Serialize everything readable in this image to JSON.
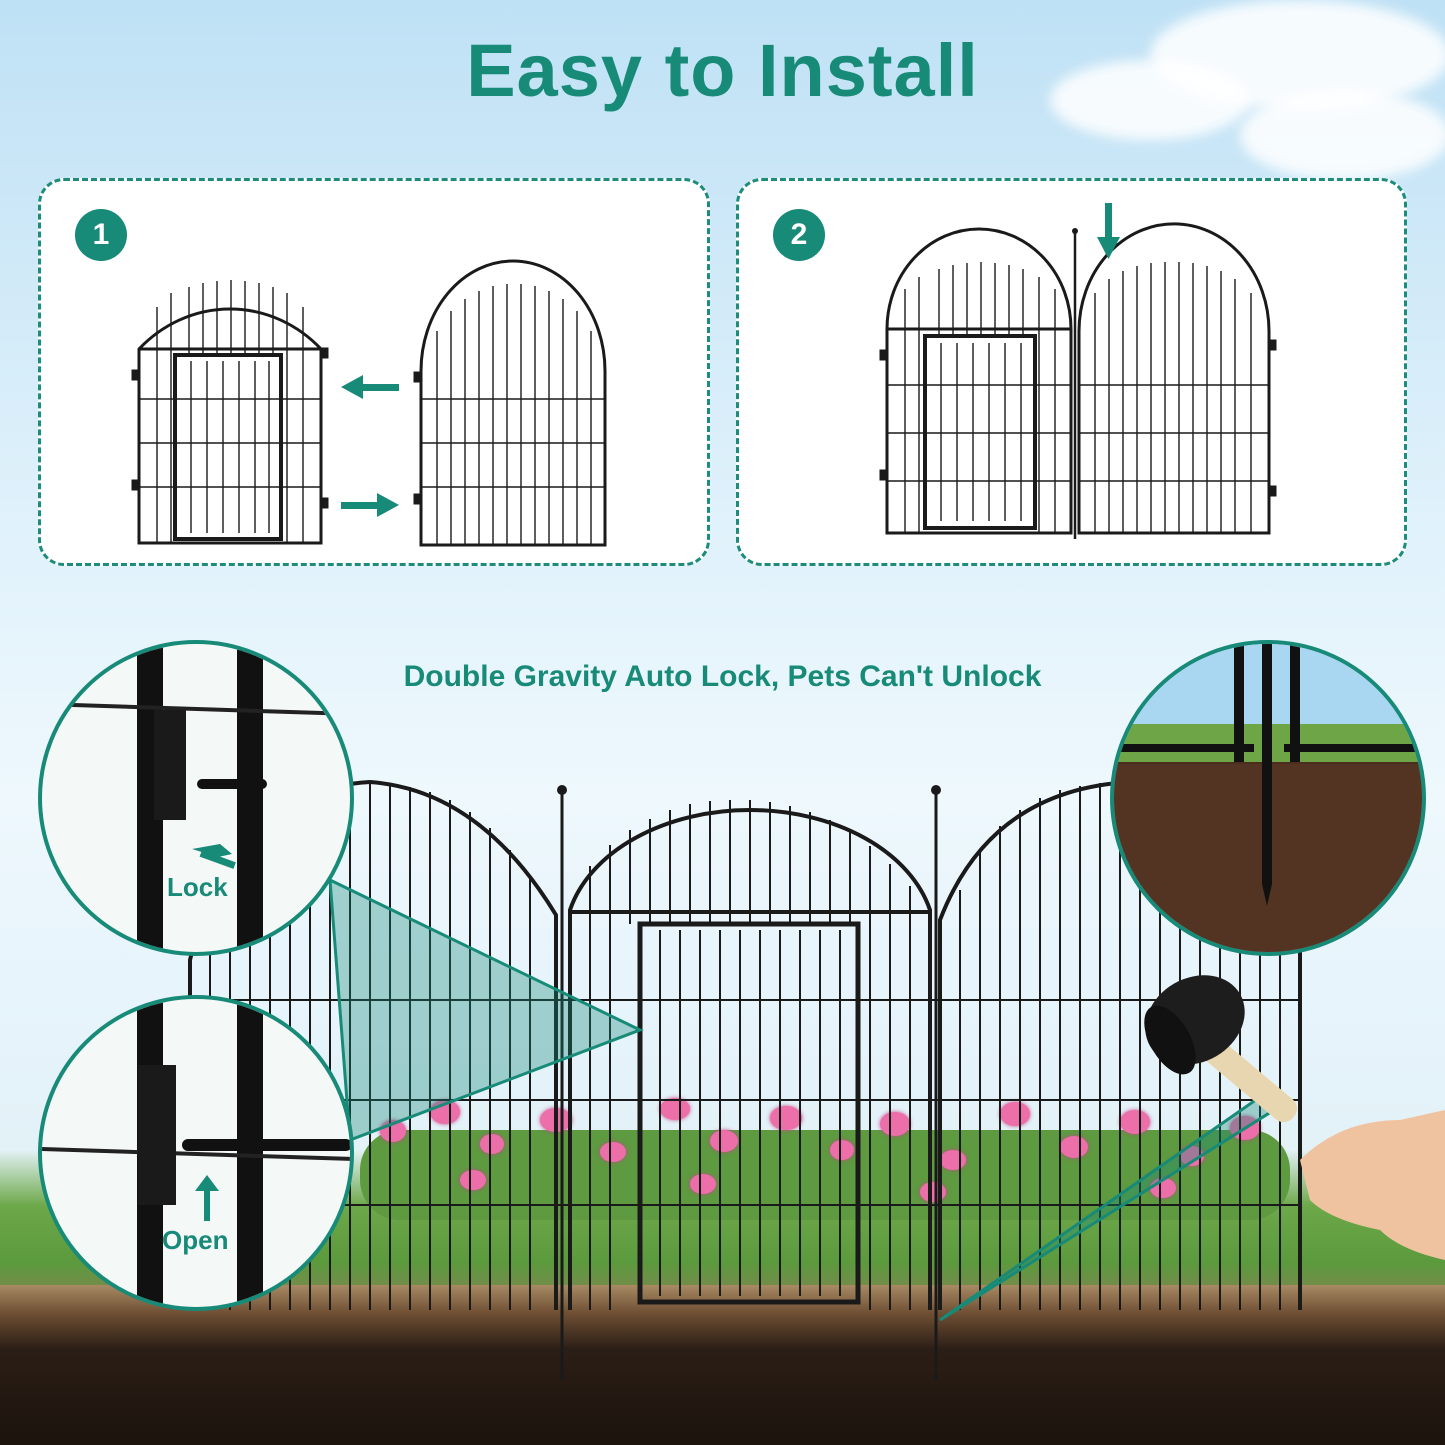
{
  "header": {
    "title": "Easy to Install"
  },
  "steps": [
    {
      "number": "1"
    },
    {
      "number": "2"
    }
  ],
  "main": {
    "subtitle": "Double Gravity Auto Lock, Pets Can't Unlock"
  },
  "callouts": {
    "lock_label": "Lock",
    "open_label": "Open"
  },
  "colors": {
    "accent": "#178a78",
    "fence": "#1a1a1a",
    "flower": "#ec6fa9",
    "soil": "#2b1e16"
  }
}
